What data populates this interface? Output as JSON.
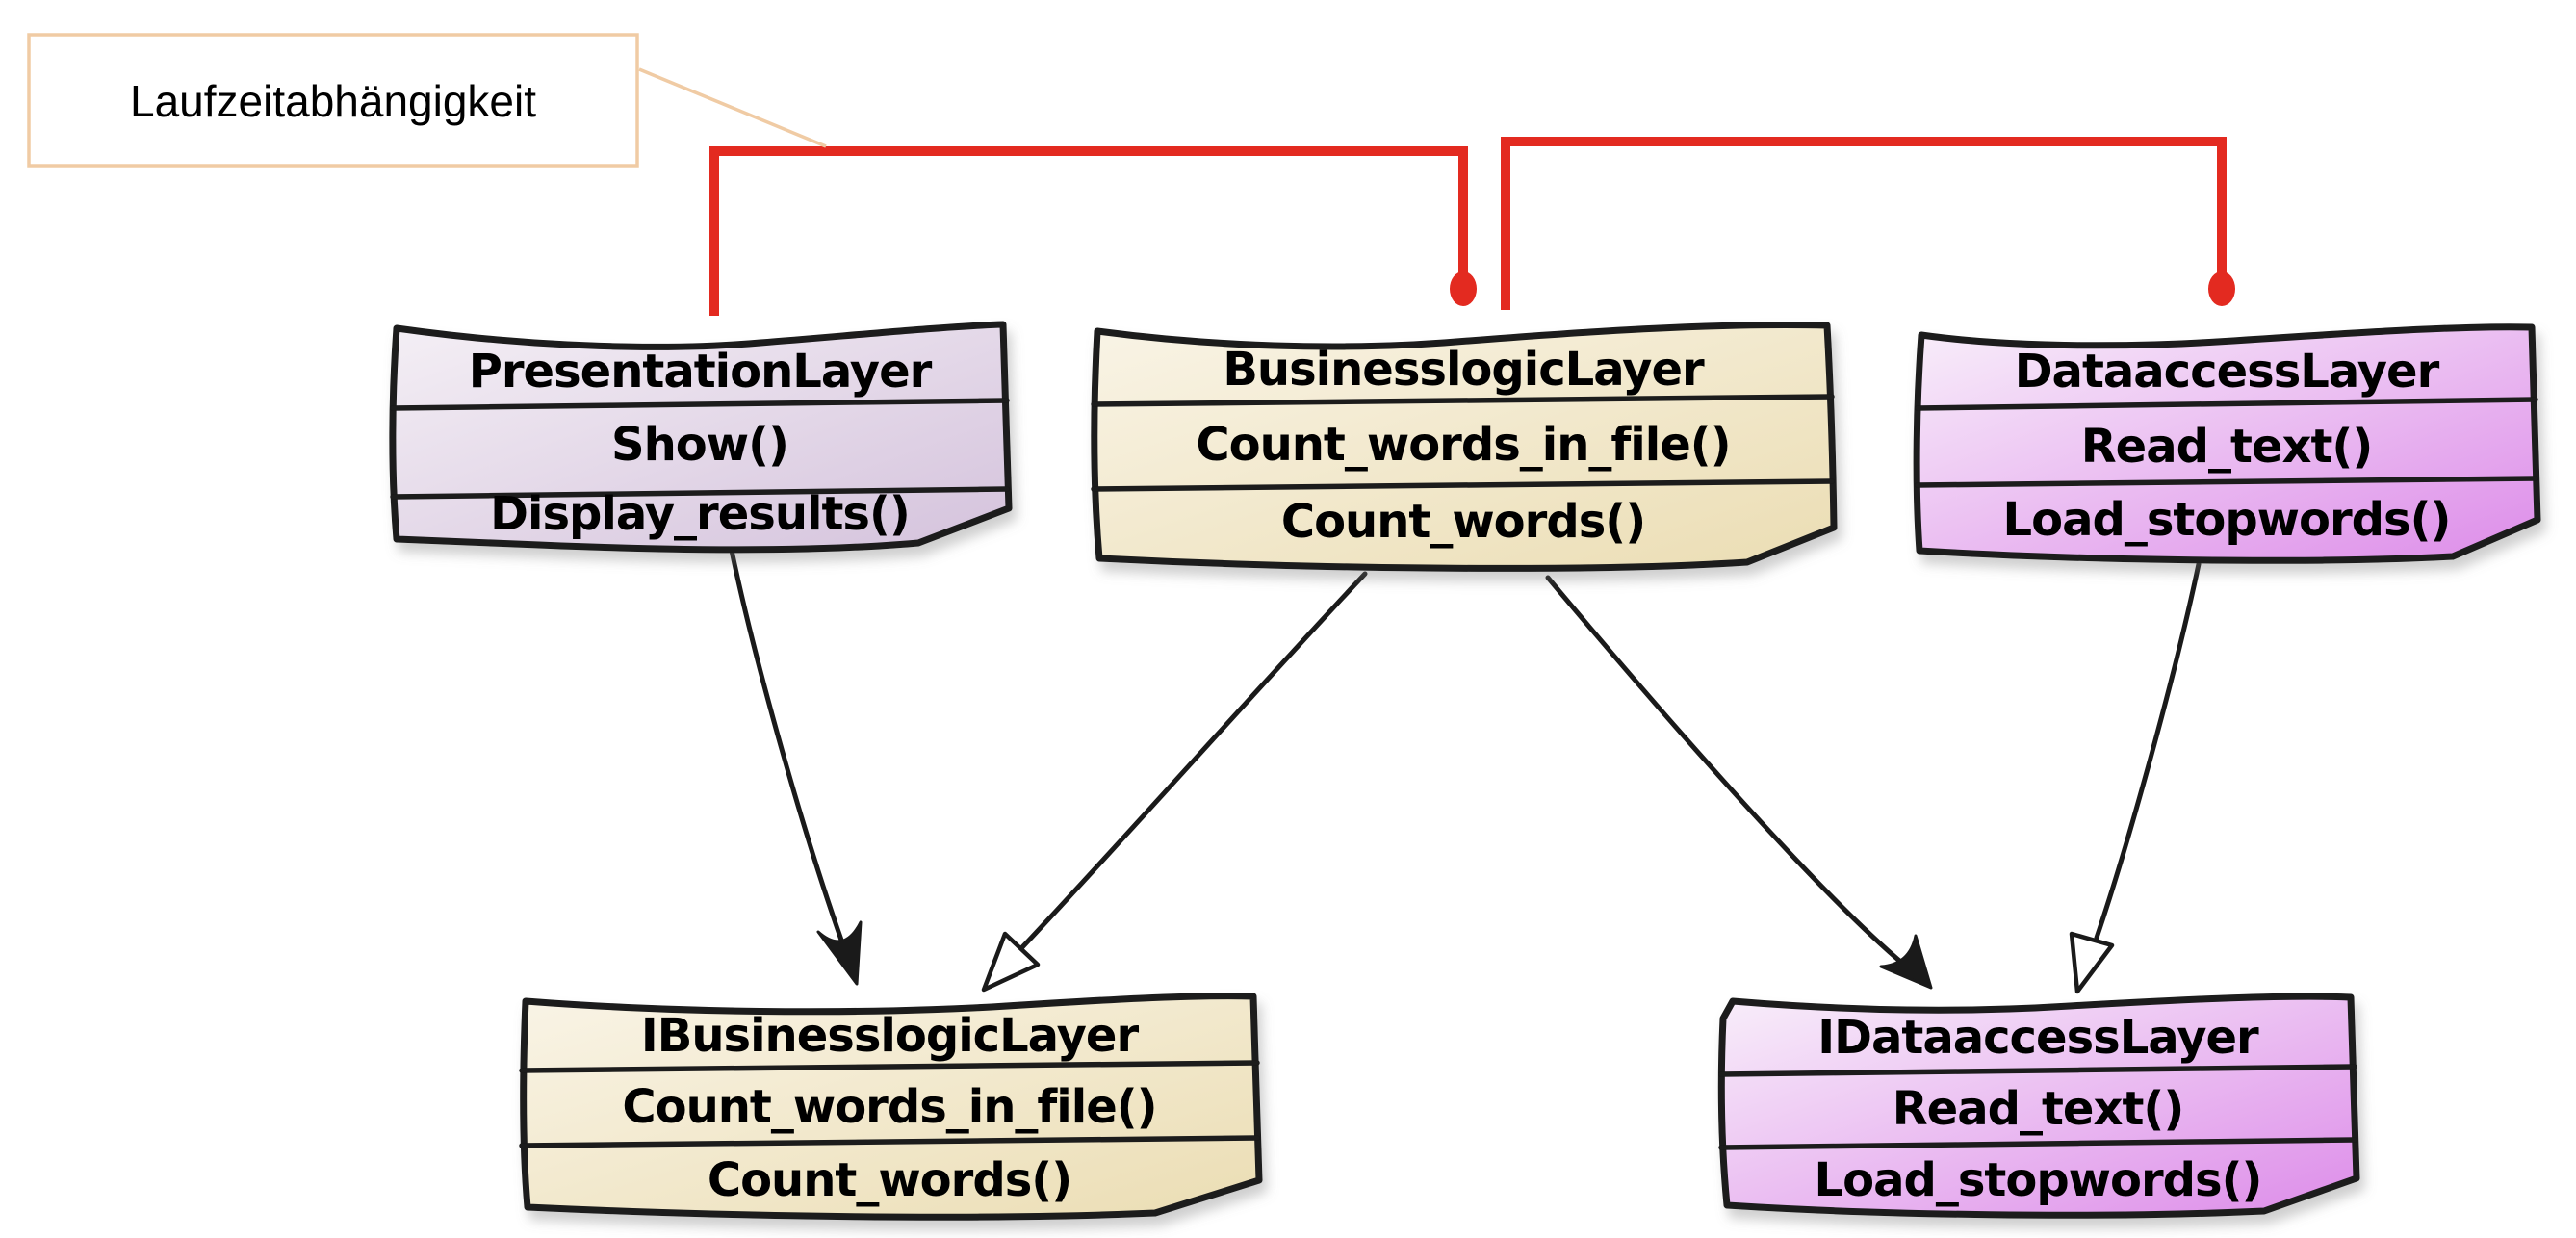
{
  "callout": {
    "label": "Laufzeitabhängigkeit"
  },
  "classes": [
    {
      "title": "PresentationLayer",
      "methods": [
        "Show()",
        "Display_results()"
      ]
    },
    {
      "title": "BusinesslogicLayer",
      "methods": [
        "Count_words_in_file()",
        "Count_words()"
      ]
    },
    {
      "title": "DataaccessLayer",
      "methods": [
        "Read_text()",
        "Load_stopwords()"
      ]
    },
    {
      "title": "IBusinesslogicLayer",
      "methods": [
        "Count_words_in_file()",
        "Count_words()"
      ]
    },
    {
      "title": "IDataaccessLayer",
      "methods": [
        "Read_text()",
        "Load_stopwords()"
      ]
    }
  ],
  "edges": {
    "runtime_dependencies": [
      {
        "from": "PresentationLayer",
        "to": "BusinesslogicLayer"
      },
      {
        "from": "BusinesslogicLayer",
        "to": "DataaccessLayer"
      }
    ],
    "interface_arrows": [
      {
        "from": "PresentationLayer",
        "to": "IBusinesslogicLayer",
        "head": "filled"
      },
      {
        "from": "BusinesslogicLayer",
        "to": "IBusinesslogicLayer",
        "head": "hollow"
      },
      {
        "from": "BusinesslogicLayer",
        "to": "IDataaccessLayer",
        "head": "filled"
      },
      {
        "from": "DataaccessLayer",
        "to": "IDataaccessLayer",
        "head": "hollow"
      }
    ]
  },
  "colors": {
    "red": "#E32A20",
    "callout_border": "#F0CBA4",
    "purple_light": "#F4EFF5",
    "purple_dark": "#D4C2DC",
    "tan_light": "#F9F4E6",
    "tan_dark": "#EBDDB3",
    "pink_light": "#F8EEFA",
    "pink_dark": "#DD8CE9"
  }
}
